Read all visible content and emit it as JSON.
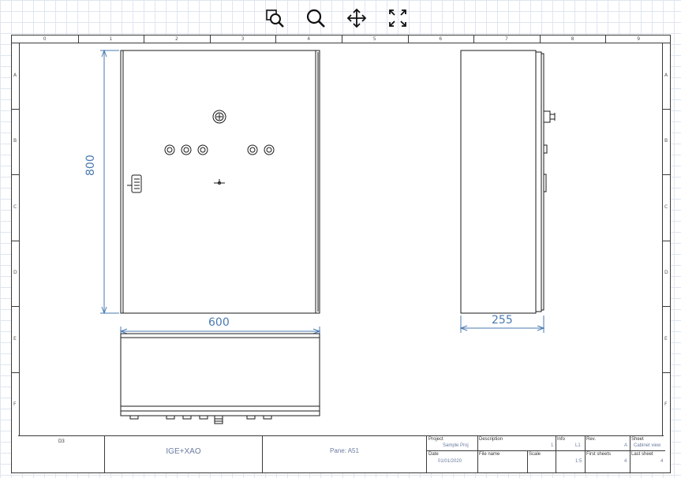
{
  "toolbar": {
    "buttons": [
      {
        "name": "zoom-window-button",
        "icon": "zoom-window-icon"
      },
      {
        "name": "zoom-button",
        "icon": "magnifier-icon"
      },
      {
        "name": "pan-button",
        "icon": "move-arrows-icon"
      },
      {
        "name": "fit-view-button",
        "icon": "fit-screen-icon"
      }
    ]
  },
  "zones": {
    "columns": [
      "0",
      "1",
      "2",
      "3",
      "4",
      "5",
      "6",
      "7",
      "8",
      "9"
    ],
    "rows": [
      "A",
      "B",
      "C",
      "D",
      "E",
      "F"
    ]
  },
  "dimensions": {
    "height": "800",
    "width": "600",
    "depth": "255"
  },
  "title_block": {
    "number": "D3",
    "company": "IGE+XAO",
    "part": "Pane: A51",
    "project_label": "Project",
    "project_value": "Sample Proj",
    "description_label": "Description",
    "description_value": "1",
    "info_label": "Info",
    "info_value": "L1",
    "rev_label": "Rev.",
    "rev_value": "A",
    "sheet_label": "Sheet",
    "sheet_value": "Cabinet view",
    "date_label": "Date",
    "date_value": "01/01/2020",
    "filename_label": "File name",
    "filename_value": "",
    "scale_label": "Scale",
    "scale_value": "1:5",
    "first_sheets_label": "First sheets",
    "first_sheets_value": "4",
    "last_sheet_label": "Last sheet",
    "last_sheet_value": "4"
  },
  "colors": {
    "dimension": "#4a7ab0",
    "line": "#1a1a1a",
    "grid": "#dfe6f0"
  }
}
